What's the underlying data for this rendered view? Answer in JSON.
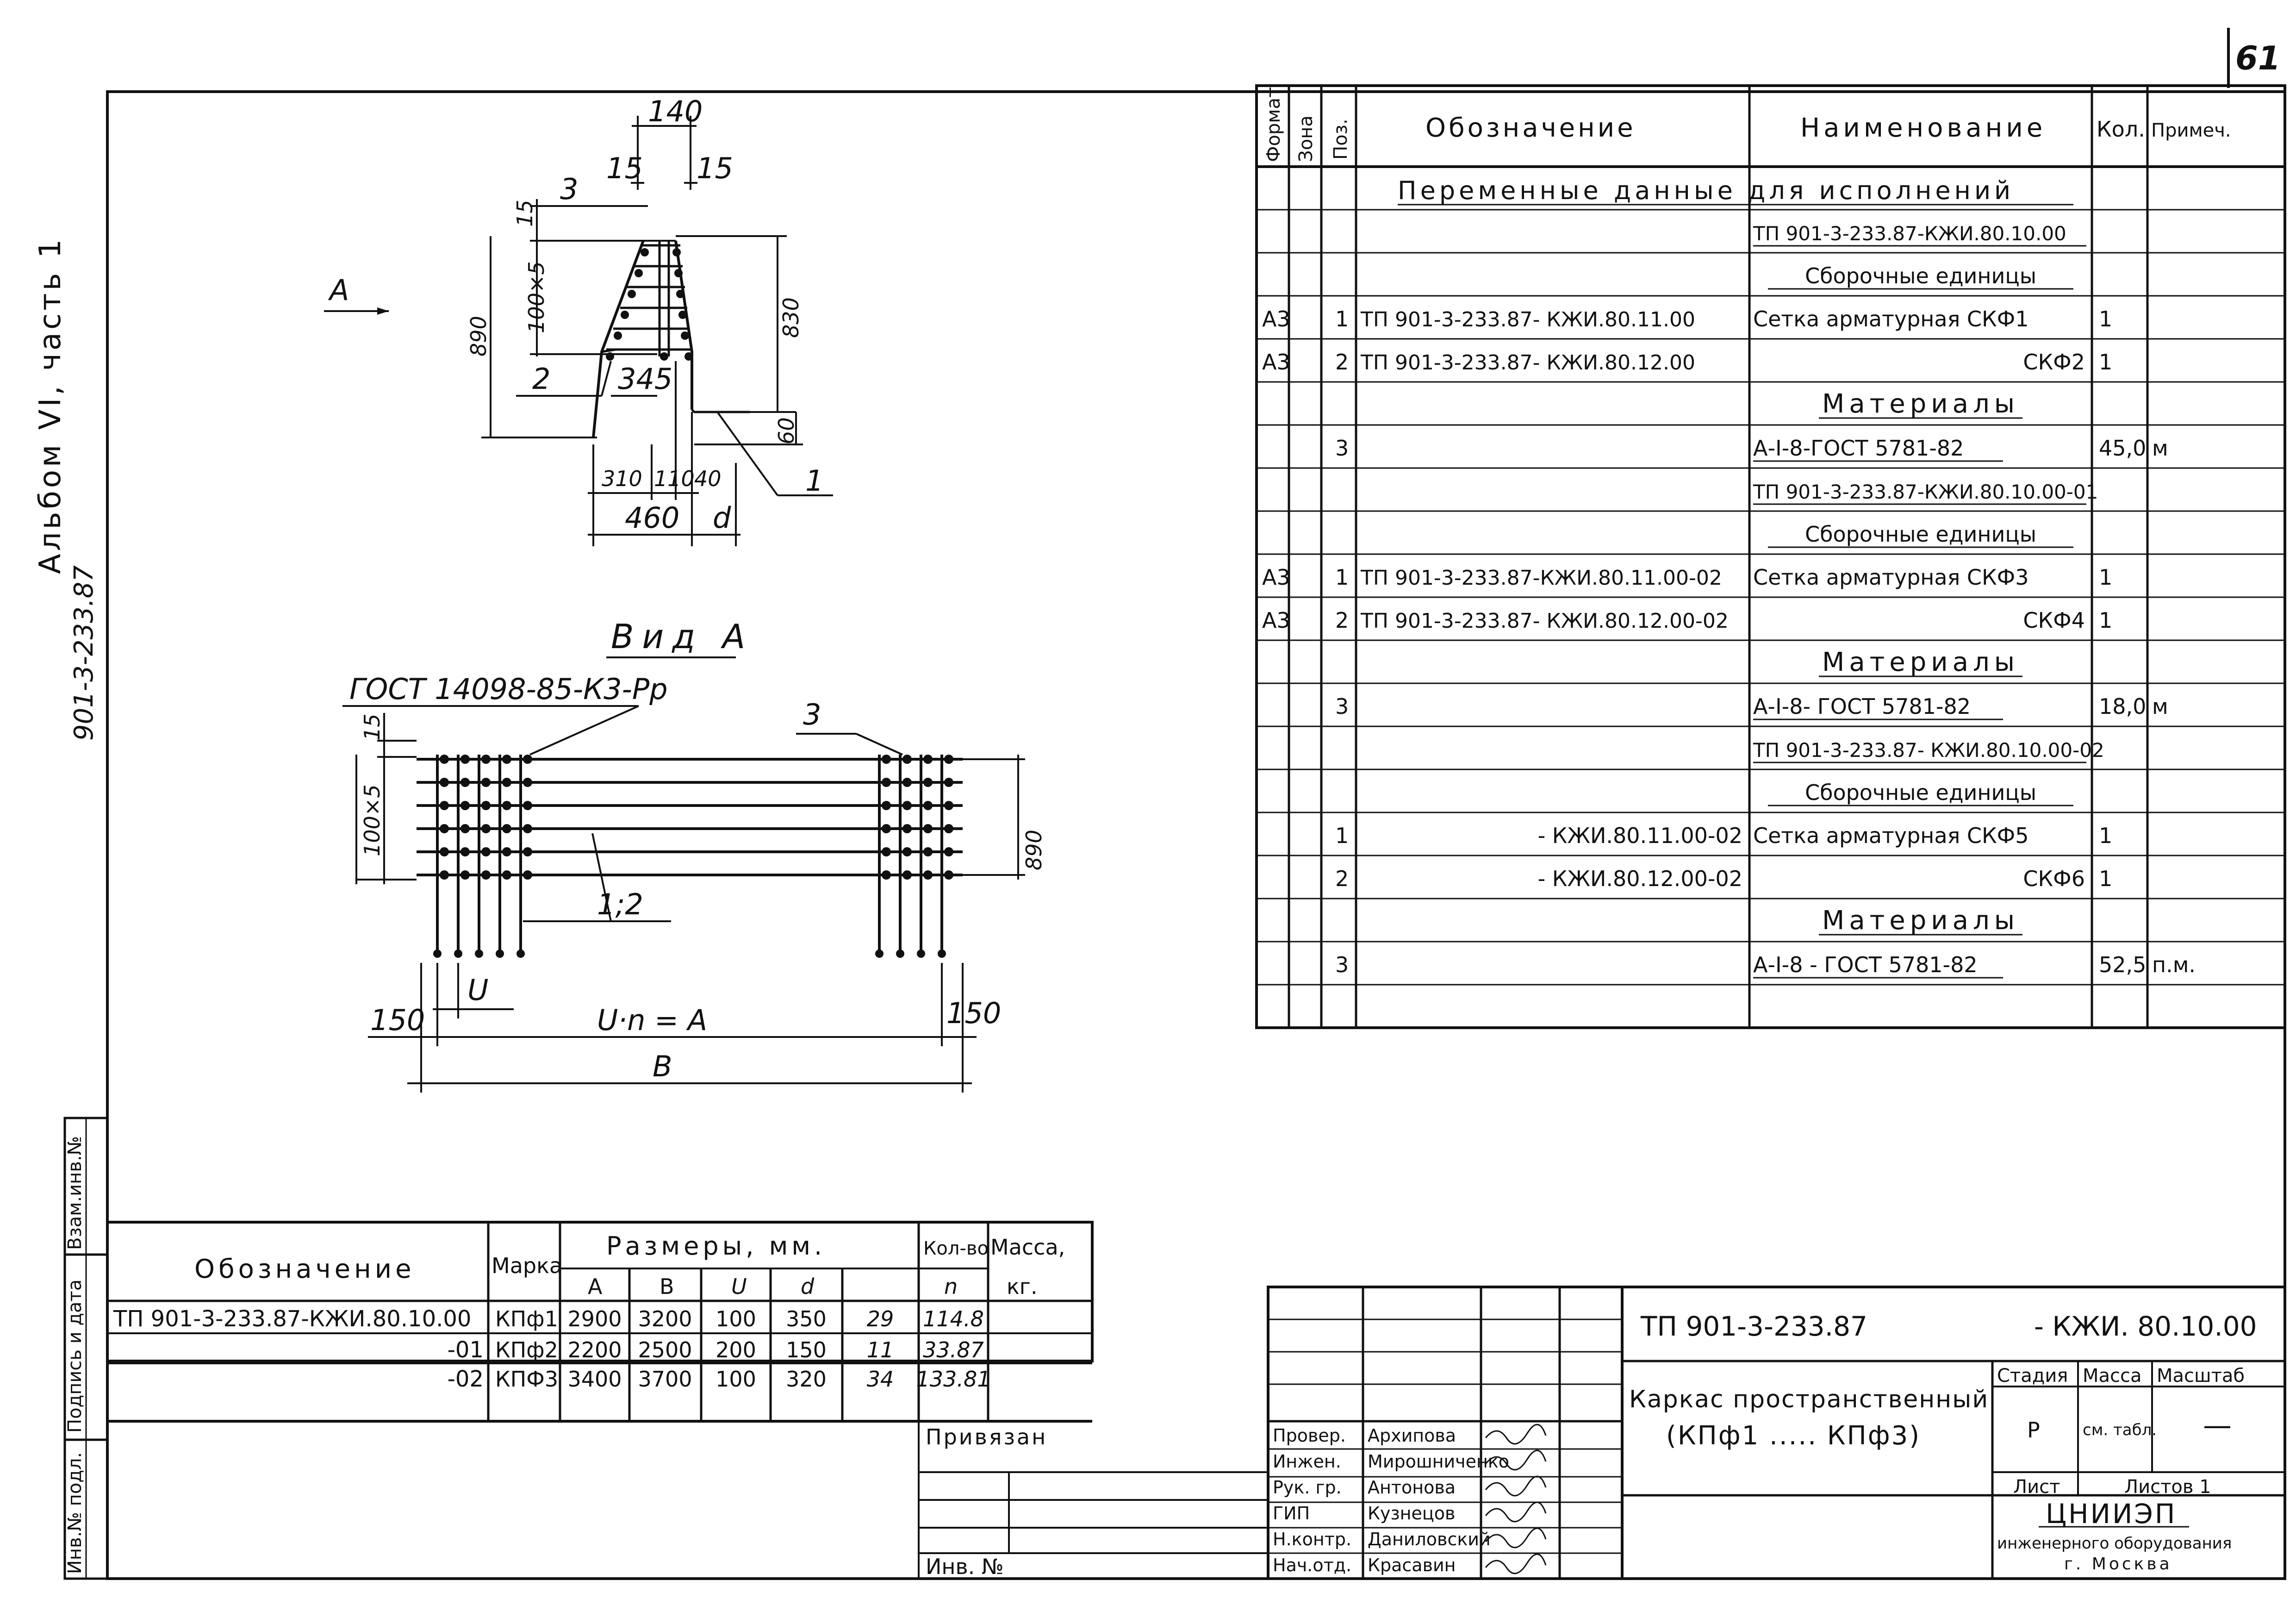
{
  "sheet": {
    "page_number": "61",
    "album_label": "Альбом VI, часть 1",
    "project_code_vertical": "901-3-233.87"
  },
  "side_stamp": {
    "inv_podl": "Инв.№ подл.",
    "podpis_data": "Подпись и дата",
    "vzam_inv": "Взам.инв.№"
  },
  "section_drawing": {
    "view_marker": "А",
    "dims": {
      "top_140": "140",
      "left_15": "15",
      "right_15": "15",
      "top_dim_15": "15",
      "label_3": "3",
      "dim_100x5": "100×5",
      "dim_890": "890",
      "dim_830": "830",
      "label_2": "2",
      "dim_345": "345",
      "dim_60": "60",
      "dim_310": "310",
      "dim_110": "110",
      "dim_40": "40",
      "label_1": "1",
      "dim_460": "460",
      "dim_d": "d"
    }
  },
  "view_a": {
    "title": "Вид А",
    "gost_note": "ГОСТ 14098-85-К3-Рр",
    "label_3": "3",
    "dim_15": "15",
    "dim_100x5": "100×5",
    "dim_890": "890",
    "label_1_2": "1;2",
    "dim_u": "U",
    "dim_150_left": "150",
    "dim_un_a": "U·n = A",
    "dim_150_right": "150",
    "dim_b": "B"
  },
  "spec_table": {
    "headers": {
      "format": "Формат",
      "zone": "Зона",
      "pos": "Поз.",
      "designation": "Обозначение",
      "name": "Наименование",
      "qty": "Кол.",
      "note": "Примеч."
    },
    "section_title": "Переменные данные для исполнений",
    "rows": [
      {
        "format": "",
        "pos": "",
        "designation": "",
        "name": "ТП 901-3-233.87-КЖИ.80.10.00",
        "qty": "",
        "note": "",
        "ul": true
      },
      {
        "format": "",
        "pos": "",
        "designation": "",
        "name": "Сборочные единицы",
        "qty": "",
        "note": "",
        "ul": true,
        "center": true
      },
      {
        "format": "А3",
        "pos": "1",
        "designation": "ТП 901-3-233.87- КЖИ.80.11.00",
        "name": "Сетка арматурная СКФ1",
        "qty": "1",
        "note": ""
      },
      {
        "format": "А3",
        "pos": "2",
        "designation": "ТП 901-3-233.87- КЖИ.80.12.00",
        "name": "СКФ2",
        "qty": "1",
        "note": "",
        "right": true
      },
      {
        "format": "",
        "pos": "",
        "designation": "",
        "name": "Материалы",
        "qty": "",
        "note": "",
        "ul": true,
        "center": true,
        "spaced": true
      },
      {
        "format": "",
        "pos": "3",
        "designation": "",
        "name": "А-I-8-ГОСТ 5781-82",
        "qty": "45,0",
        "note": "м",
        "ul": true
      },
      {
        "format": "",
        "pos": "",
        "designation": "",
        "name": "ТП 901-3-233.87-КЖИ.80.10.00-01",
        "qty": "",
        "note": "",
        "ul": true
      },
      {
        "format": "",
        "pos": "",
        "designation": "",
        "name": "Сборочные единицы",
        "qty": "",
        "note": "",
        "ul": true,
        "center": true
      },
      {
        "format": "А3",
        "pos": "1",
        "designation": "ТП 901-3-233.87-КЖИ.80.11.00-02",
        "name": "Сетка арматурная СКФ3",
        "qty": "1",
        "note": ""
      },
      {
        "format": "А3",
        "pos": "2",
        "designation": "ТП 901-3-233.87- КЖИ.80.12.00-02",
        "name": "СКФ4",
        "qty": "1",
        "note": "",
        "right": true
      },
      {
        "format": "",
        "pos": "",
        "designation": "",
        "name": "Материалы",
        "qty": "",
        "note": "",
        "ul": true,
        "center": true,
        "spaced": true
      },
      {
        "format": "",
        "pos": "3",
        "designation": "",
        "name": "А-I-8- ГОСТ 5781-82",
        "qty": "18,0",
        "note": "м",
        "ul": true
      },
      {
        "format": "",
        "pos": "",
        "designation": "",
        "name": "ТП 901-3-233.87- КЖИ.80.10.00-02",
        "qty": "",
        "note": "",
        "ul": true
      },
      {
        "format": "",
        "pos": "",
        "designation": "",
        "name": "Сборочные единицы",
        "qty": "",
        "note": "",
        "ul": true,
        "center": true
      },
      {
        "format": "",
        "pos": "1",
        "designation": "- КЖИ.80.11.00-02",
        "name": "Сетка арматурная СКФ5",
        "qty": "1",
        "note": "",
        "desig_right": true
      },
      {
        "format": "",
        "pos": "2",
        "designation": "- КЖИ.80.12.00-02",
        "name": "СКФ6",
        "qty": "1",
        "note": "",
        "right": true,
        "desig_right": true
      },
      {
        "format": "",
        "pos": "",
        "designation": "",
        "name": "Материалы",
        "qty": "",
        "note": "",
        "ul": true,
        "center": true,
        "spaced": true
      },
      {
        "format": "",
        "pos": "3",
        "designation": "",
        "name": "А-I-8 - ГОСТ 5781-82",
        "qty": "52,5",
        "note": "п.м.",
        "ul": true
      },
      {
        "format": "",
        "pos": "",
        "designation": "",
        "name": "",
        "qty": "",
        "note": ""
      }
    ]
  },
  "variants_table": {
    "header_designation": "Обозначение",
    "header_mark": "Марка",
    "header_sizes": "Размеры, мм.",
    "header_qty": "Кол-во",
    "header_mass": "Масса,",
    "sub_a": "A",
    "sub_b": "B",
    "sub_u": "U",
    "sub_d": "d",
    "sub_n": "n",
    "sub_kg": "кг.",
    "rows": [
      {
        "designation": "ТП 901-3-233.87-КЖИ.80.10.00",
        "mark": "КПф1",
        "a": "2900",
        "b": "3200",
        "u": "100",
        "d": "350",
        "n": "29",
        "mass": "114.8"
      },
      {
        "designation": "-01",
        "mark": "КПф2",
        "a": "2200",
        "b": "2500",
        "u": "200",
        "d": "150",
        "n": "11",
        "mass": "33.87"
      },
      {
        "designation": "-02",
        "mark": "КПФ3",
        "a": "3400",
        "b": "3700",
        "u": "100",
        "d": "320",
        "n": "34",
        "mass": "133.81"
      }
    ],
    "privyazan": "Привязан",
    "inv_no": "Инв. №"
  },
  "title_block": {
    "doc_code_left": "ТП 901-3-233.87",
    "doc_code_right": "- КЖИ. 80.10.00",
    "title_line1": "Каркас пространственный",
    "title_line2": "(КПф1 ..... КПф3)",
    "stage_label": "Стадия",
    "mass_label": "Масса",
    "scale_label": "Масштаб",
    "stage_value": "Р",
    "mass_value": "см. табл.",
    "scale_value": "—",
    "sheet_label": "Лист",
    "sheets_label": "Листов 1",
    "org_name": "ЦНИИЭП",
    "org_sub": "инженерного оборудования",
    "org_city": "г. Москва",
    "signers": [
      {
        "role": "Провер.",
        "name": "Архипова"
      },
      {
        "role": "Инжен.",
        "name": "Мирошниченко"
      },
      {
        "role": "Рук. гр.",
        "name": "Антонова"
      },
      {
        "role": "ГИП",
        "name": "Кузнецов"
      },
      {
        "role": "Н.контр.",
        "name": "Даниловский"
      },
      {
        "role": "Нач.отд.",
        "name": "Красавин"
      }
    ]
  }
}
